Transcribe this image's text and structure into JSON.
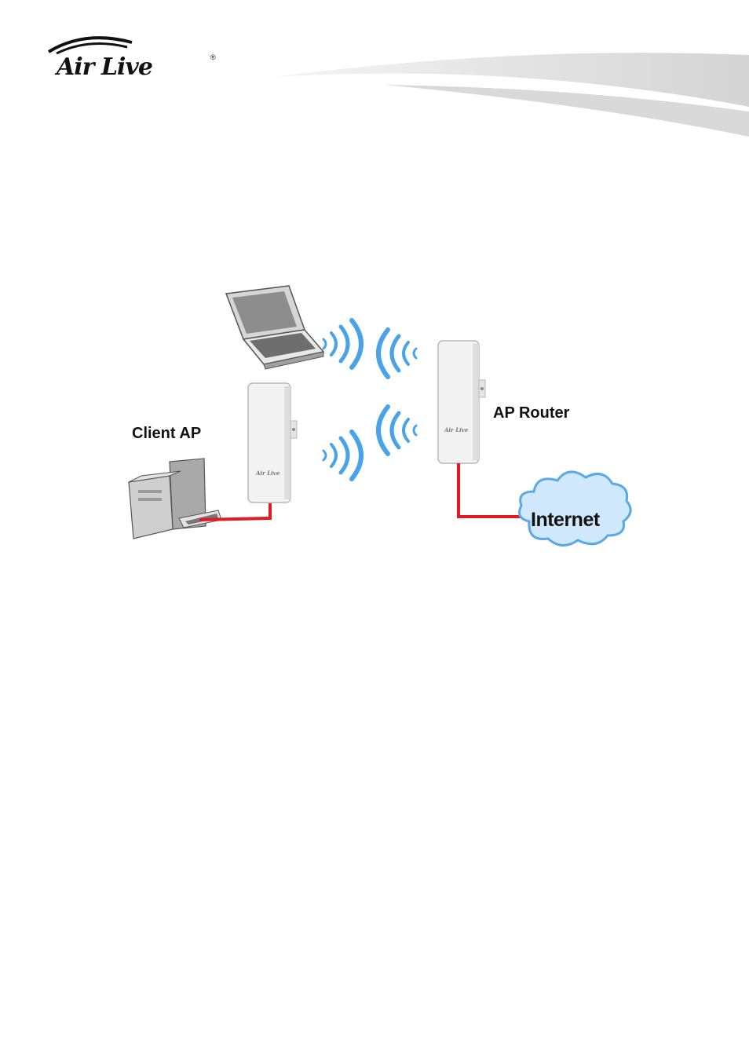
{
  "header": {
    "logo_text": "Air Live",
    "logo_mark": "®"
  },
  "diagram": {
    "labels": {
      "client_ap": "Client AP",
      "ap_router": "AP Router",
      "internet": "Internet"
    },
    "device_brand": "Air Live"
  },
  "colors": {
    "cable": "#e01b24",
    "wave": "#4aa3e8",
    "cloud_fill": "#cfe8fb",
    "cloud_stroke": "#5aa9e6"
  }
}
